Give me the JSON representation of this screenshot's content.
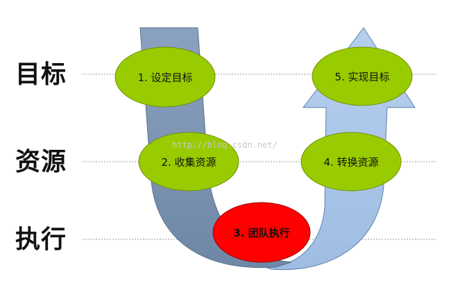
{
  "rows": [
    {
      "label": "目标"
    },
    {
      "label": "资源"
    },
    {
      "label": "执行"
    }
  ],
  "nodes": [
    {
      "id": "set-goal",
      "label": "1. 设定目标",
      "fill": "#99cc00"
    },
    {
      "id": "gather",
      "label": "2. 收集资源",
      "fill": "#99cc00"
    },
    {
      "id": "team",
      "label": "3. 团队执行",
      "fill": "#ff0000"
    },
    {
      "id": "convert",
      "label": "4. 转换资源",
      "fill": "#99cc00"
    },
    {
      "id": "achieve",
      "label": "5. 实现目标",
      "fill": "#99cc00"
    }
  ],
  "arrows": {
    "down_color": "#7f97b4",
    "up_color": "#a8c4e6"
  },
  "watermark": "http://blog.csdn.net/"
}
